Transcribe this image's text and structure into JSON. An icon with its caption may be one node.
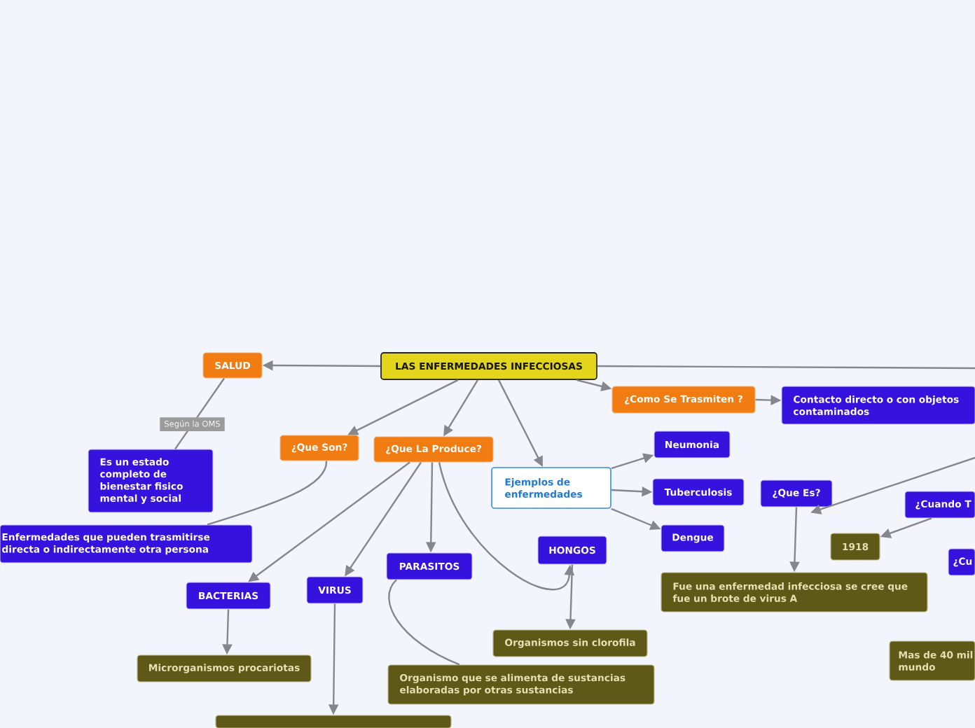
{
  "diagram": {
    "nodes": [
      {
        "text": [
          "LAS ENFERMEDADES INFECCIOSAS"
        ]
      },
      {
        "text": [
          "SALUD"
        ]
      },
      {
        "text": [
          "¿Que Son?"
        ]
      },
      {
        "text": [
          "¿Que La Produce?"
        ]
      },
      {
        "text": [
          "¿Como Se Trasmiten ?"
        ]
      },
      {
        "text": [
          "Contacto directo o con objetos contaminados"
        ]
      },
      {
        "text": [
          "Es un estado completo de bienestar fisico mental y social"
        ]
      },
      {
        "text": [
          "Enfermedades que pueden trasmitirse directa o indirectamente otra persona"
        ]
      },
      {
        "text": [
          "Ejemplos de enfermedades"
        ]
      },
      {
        "text": [
          "Neumonia"
        ]
      },
      {
        "text": [
          "Tuberculosis"
        ]
      },
      {
        "text": [
          "Dengue"
        ]
      },
      {
        "text": [
          "¿Que Es?"
        ]
      },
      {
        "text": [
          "¿Cuando T"
        ]
      },
      {
        "text": [
          "1918"
        ]
      },
      {
        "text": [
          "¿Cu"
        ]
      },
      {
        "text": [
          "HONGOS"
        ]
      },
      {
        "text": [
          "BACTERIAS"
        ]
      },
      {
        "text": [
          "VIRUS"
        ]
      },
      {
        "text": [
          "PARASITOS"
        ]
      },
      {
        "text": [
          "Fue una enfermedad infecciosa se cree que fue un brote de virus A"
        ]
      },
      {
        "text": [
          "Mas de 40 mil mundo"
        ]
      },
      {
        "text": [
          "Organismos sin clorofila"
        ]
      },
      {
        "text": [
          "Microrganismos procariotas"
        ]
      },
      {
        "text": [
          "Organismo que se alimenta de sustancias elaboradas por otras sustancias"
        ]
      },
      {
        "text": [],
        "shape": "box"
      }
    ],
    "edges": [
      {
        "from": 0,
        "to": 1,
        "arrow": "to"
      },
      {
        "from": 0,
        "to": 2,
        "arrow": "to"
      },
      {
        "from": 0,
        "to": 3,
        "arrow": "to"
      },
      {
        "from": 0,
        "to": 8,
        "arrow": "to"
      },
      {
        "from": 0,
        "to": 4,
        "arrow": "to"
      },
      {
        "from": 0,
        "to": null,
        "arrow": "none"
      },
      {
        "from": 4,
        "to": 5,
        "arrow": "to"
      },
      {
        "from": 1,
        "to": 6,
        "arrow": "none",
        "label": "Según la OMS"
      },
      {
        "from": 2,
        "to": 7,
        "arrow": "none"
      },
      {
        "from": 3,
        "to": 17,
        "arrow": "to"
      },
      {
        "from": 3,
        "to": 18,
        "arrow": "to"
      },
      {
        "from": 3,
        "to": 19,
        "arrow": "to"
      },
      {
        "from": 3,
        "to": 16,
        "arrow": "to"
      },
      {
        "from": 8,
        "to": 9,
        "arrow": "to"
      },
      {
        "from": 8,
        "to": 10,
        "arrow": "to"
      },
      {
        "from": 8,
        "to": 11,
        "arrow": "to"
      },
      {
        "from": null,
        "to": 12,
        "arrow": "to"
      },
      {
        "from": 12,
        "to": 20,
        "arrow": "to"
      },
      {
        "from": 13,
        "to": 14,
        "arrow": "to"
      },
      {
        "from": 16,
        "to": 22,
        "arrow": "to"
      },
      {
        "from": 19,
        "to": 24,
        "arrow": "none"
      },
      {
        "from": 17,
        "to": 23,
        "arrow": "to"
      },
      {
        "from": 18,
        "to": 25,
        "arrow": "to"
      }
    ]
  }
}
